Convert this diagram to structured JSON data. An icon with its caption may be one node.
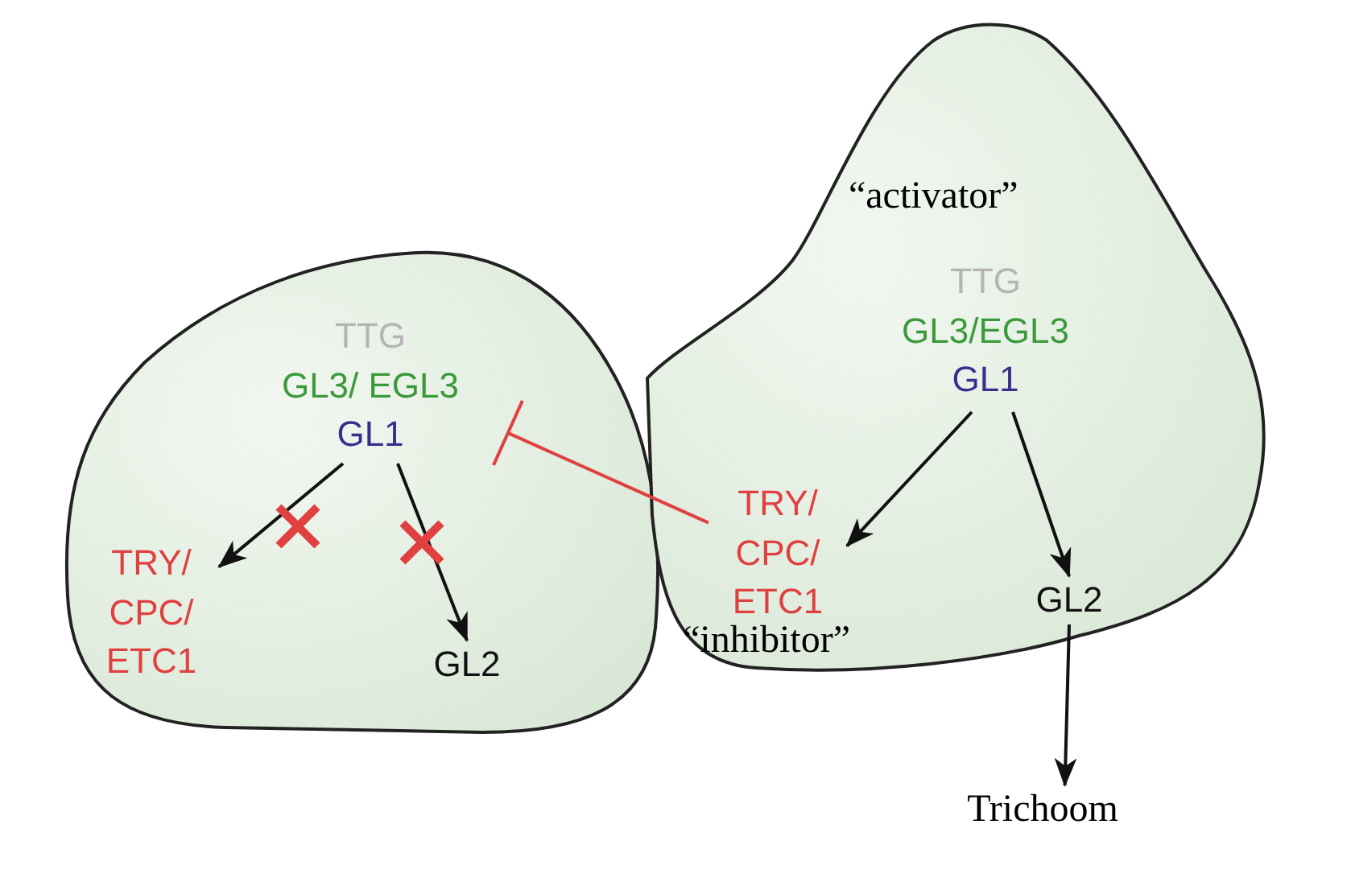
{
  "diagram": {
    "nodes": [
      {
        "text": [],
        "shape": "blob"
      },
      {
        "text": [
          "TTG",
          "GL3/ EGL3",
          "GL1"
        ],
        "in": 0
      },
      {
        "text": [
          "TRY/ CPC/ ETC1"
        ],
        "in": 0
      },
      {
        "text": [
          "GL2"
        ],
        "in": 0
      },
      {
        "text": [],
        "shape": "blob"
      },
      {
        "text": [
          "TTG",
          "GL3/EGL3",
          "GL1"
        ],
        "in": 4,
        "beside": [
          "“activator”"
        ]
      },
      {
        "text": [
          "TRY/ CPC/ ETC1"
        ],
        "in": 4,
        "beside": [
          "“inhibitor”"
        ]
      },
      {
        "text": [
          "GL2"
        ],
        "in": 4
      },
      {
        "text": [
          "Trichoom"
        ]
      }
    ],
    "edges": [
      {
        "from": 1,
        "to": 2,
        "arrow": "to"
      },
      {
        "from": 1,
        "to": 3,
        "arrow": "to"
      },
      {
        "from": 5,
        "to": 6,
        "arrow": "to"
      },
      {
        "from": 5,
        "to": 7,
        "arrow": "to"
      },
      {
        "from": 7,
        "to": 8,
        "arrow": "to"
      },
      {
        "from": 6,
        "to": 1,
        "arrow": "other",
        "color": "#e04040"
      }
    ]
  }
}
